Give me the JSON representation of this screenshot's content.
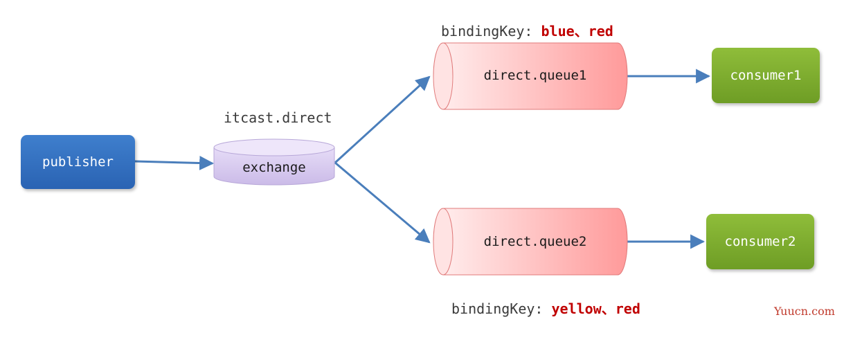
{
  "publisher": {
    "label": "publisher"
  },
  "exchange": {
    "title": "itcast.direct",
    "label": "exchange"
  },
  "queues": [
    {
      "name": "direct.queue1",
      "binding_prefix": "bindingKey:",
      "binding_keys": "blue、red"
    },
    {
      "name": "direct.queue2",
      "binding_prefix": "bindingKey:",
      "binding_keys": "yellow、red"
    }
  ],
  "consumers": [
    {
      "label": "consumer1"
    },
    {
      "label": "consumer2"
    }
  ],
  "watermark": "Yuucn.com",
  "colors": {
    "publisher": "#2f6cbf",
    "exchange": "#d9cdf0",
    "queue": "#ff9f9f",
    "consumer": "#7cab2f",
    "arrow": "#4a7ebb",
    "binding_key": "#c00000"
  }
}
